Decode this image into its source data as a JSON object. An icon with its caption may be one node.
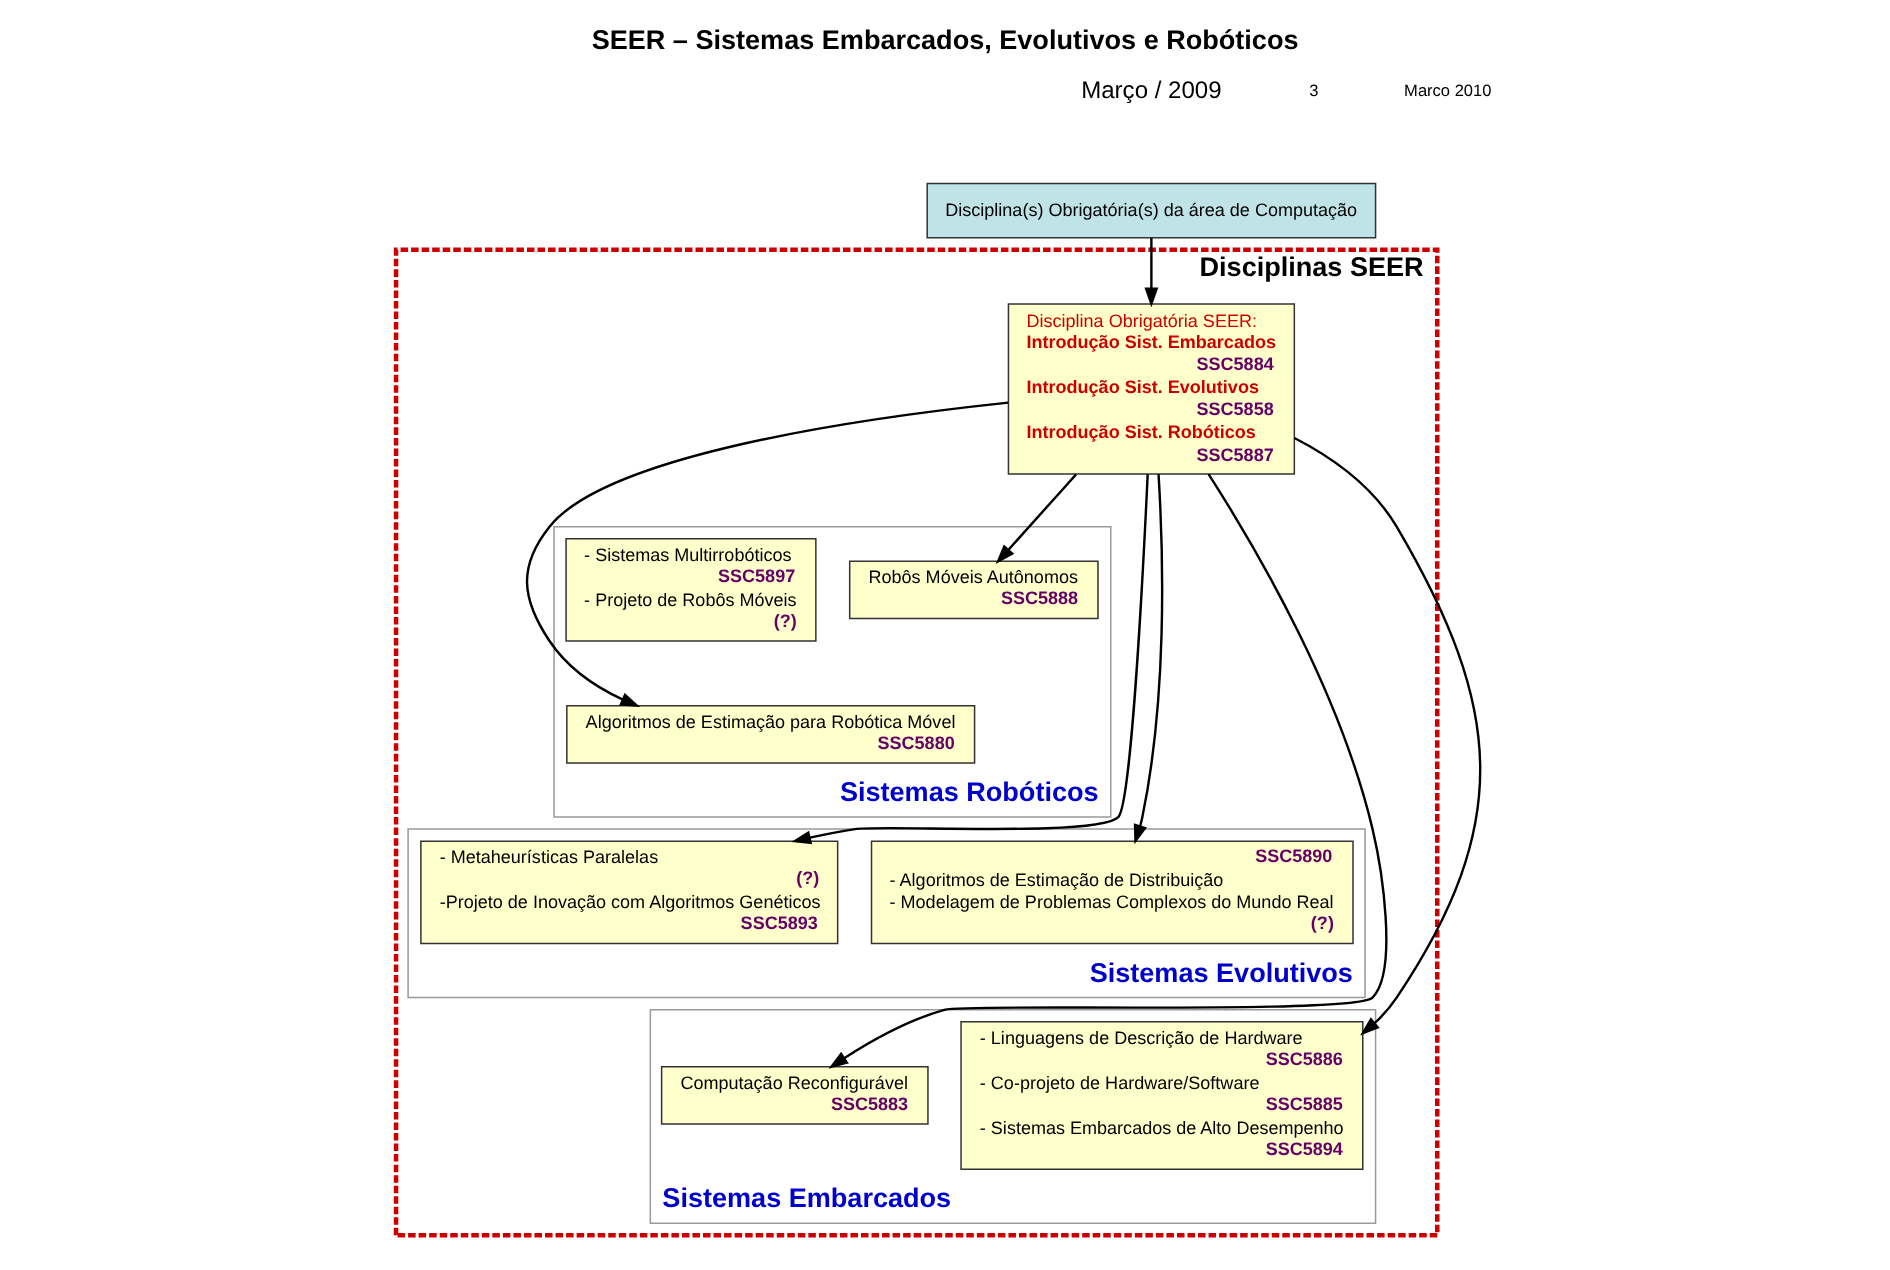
{
  "diagram": {
    "title": "SEER – Sistemas Embarcados, Evolutivos e Robóticos",
    "nodes": [
      {
        "text": [
          "Disciplina(s) Obrigatória(s) da área de Computação"
        ]
      },
      {
        "text": [
          "Disciplinas SEER"
        ]
      },
      {
        "text": [
          "Disciplina Obrigatória SEER:",
          "Introdução Sist. Embarcados",
          "SSC5884",
          "Introdução Sist. Evolutivos",
          "SSC5858",
          "Introdução Sist. Robóticos",
          "SSC5887"
        ],
        "in": 1
      },
      {
        "text": [
          "Sistemas Robóticos"
        ],
        "in": 1
      },
      {
        "text": [
          "- Sistemas Multirrobóticos",
          "SSC5897",
          "- Projeto de Robôs Móveis",
          "(?)"
        ],
        "in": 3
      },
      {
        "text": [
          "Algoritmos de Estimação para Robótica Móvel",
          "SSC5880"
        ],
        "in": 3
      },
      {
        "text": [
          "Robôs Móveis Autônomos",
          "SSC5888"
        ],
        "in": 3
      },
      {
        "text": [
          "Sistemas Evolutivos"
        ],
        "in": 1
      },
      {
        "text": [
          "- Metaheurísticas Paralelas",
          "(?)",
          "-Projeto de Inovação com Algoritmos Genéticos",
          "SSC5893"
        ],
        "in": 7
      },
      {
        "text": [
          "SSC5890",
          "- Algoritmos de Estimação de Distribuição",
          "- Modelagem de Problemas Complexos do Mundo Real",
          "(?)"
        ],
        "in": 7
      },
      {
        "text": [
          "Sistemas Embarcados"
        ],
        "in": 1
      },
      {
        "text": [
          "Computação Reconfigurável",
          "SSC5883"
        ],
        "in": 10
      },
      {
        "text": [
          "- Linguagens de Descrição de Hardware",
          "SSC5886",
          "- Co-projeto de Hardware/Software",
          "SSC5885",
          "- Sistemas Embarcados de Alto Desempenho",
          "SSC5894"
        ],
        "in": 10
      }
    ],
    "edges": [
      {
        "from": 0,
        "to": 2,
        "arrow": "to"
      },
      {
        "from": 2,
        "to": 5,
        "arrow": "to"
      },
      {
        "from": 2,
        "to": 6,
        "arrow": "to"
      },
      {
        "from": 2,
        "to": 8,
        "arrow": "to"
      },
      {
        "from": 2,
        "to": 9,
        "arrow": "to"
      },
      {
        "from": 2,
        "to": 11,
        "arrow": "to"
      },
      {
        "from": 2,
        "to": 12,
        "arrow": "to"
      }
    ],
    "labels": [
      "Março / 2009",
      "3",
      "Marco 2010"
    ]
  }
}
